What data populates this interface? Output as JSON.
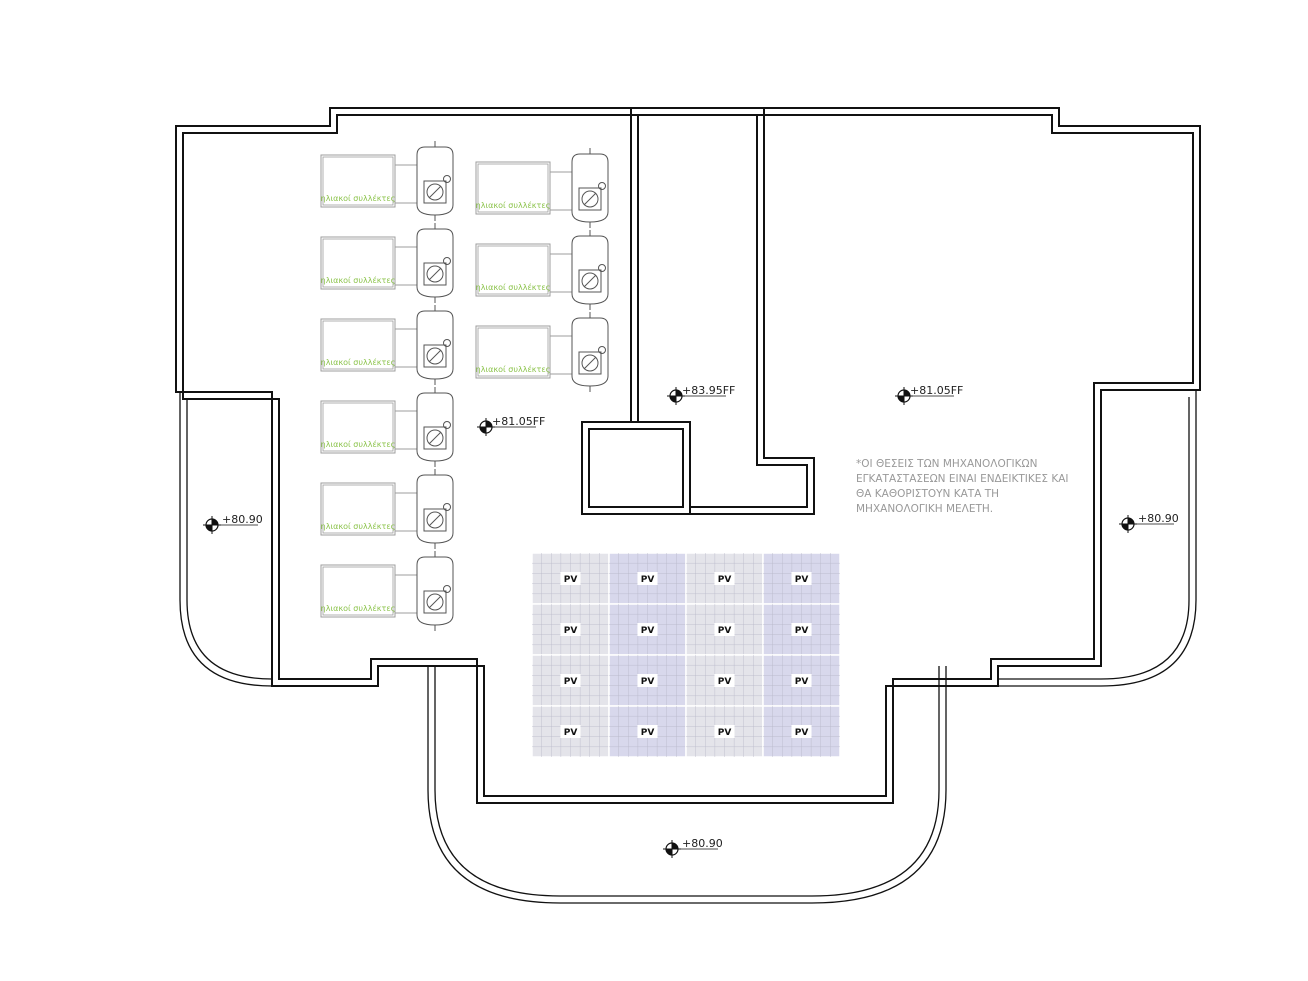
{
  "elevations": [
    {
      "id": "upper-left",
      "label": "+81.05FF"
    },
    {
      "id": "core",
      "label": "+83.95FF"
    },
    {
      "id": "upper-right",
      "label": "+81.05FF"
    },
    {
      "id": "left-terrace",
      "label": "+80.90"
    },
    {
      "id": "right-terrace",
      "label": "+80.90"
    },
    {
      "id": "bottom-terrace",
      "label": "+80.90"
    }
  ],
  "note": {
    "lines": [
      "*ΟΙ ΘΕΣΕΙΣ ΤΩΝ ΜΗΧΑΝΟΛΟΓΙΚΩΝ",
      "ΕΓΚΑΤΑΣΤΑΣΕΩΝ ΕΙΝΑΙ ΕΝΔΕΙΚΤΙΚΕΣ ΚΑΙ",
      "ΘΑ ΚΑΘΟΡΙΣΤΟΥΝ ΚΑΤΑ ΤΗ",
      "ΜΗΧΑΝΟΛΟΓΙΚΗ ΜΕΛΕΤΗ."
    ]
  },
  "solar_units": {
    "label": "ηλιακοί συλλέκτες",
    "left_column_count": 6,
    "right_column_count": 3
  },
  "pv_array": {
    "label": "PV",
    "rows": 4,
    "cols": 4
  },
  "colors": {
    "line": "#111111",
    "unit_line": "#9e9e9e",
    "unit_text": "#8bc34a",
    "pv_fill_a": "#e4e4ea",
    "pv_fill_b": "#d8d8ec",
    "pv_grid": "#b8b8c8",
    "note_text": "#999999"
  }
}
